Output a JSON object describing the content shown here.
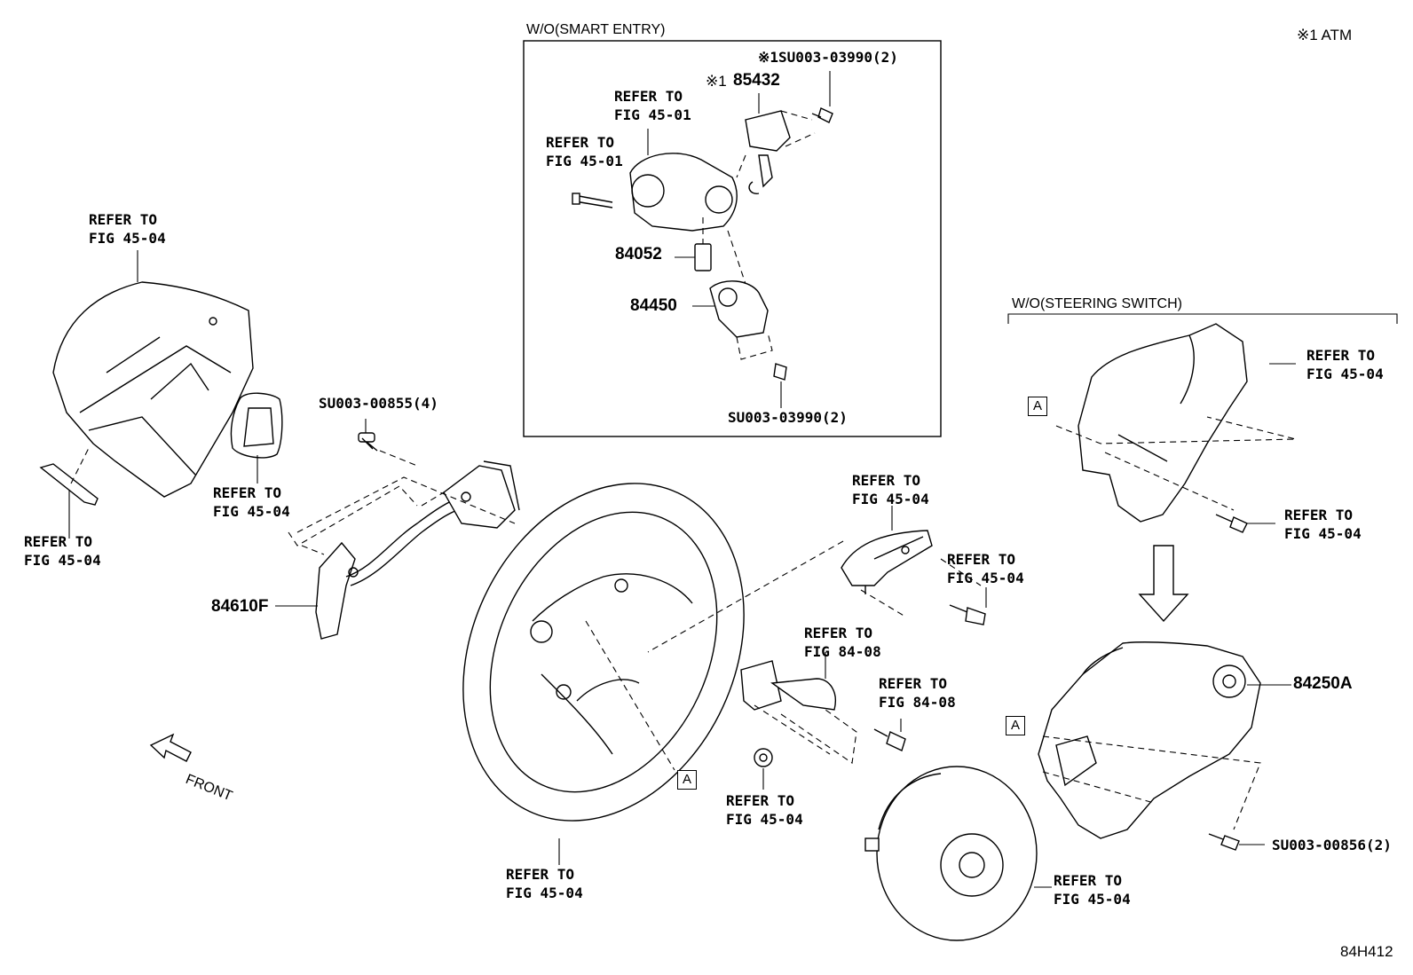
{
  "header": {
    "note": "※1 ATM",
    "figure_code": "84H412"
  },
  "smart_entry": {
    "title": "W/O(SMART ENTRY)",
    "labels": {
      "refer_top": "REFER TO\nFIG 45-01",
      "refer_left": "REFER TO\nFIG 45-01",
      "note_85432": "※1",
      "part_85432": "85432",
      "screw_top": "※1SU003-03990(2)",
      "part_84052": "84052",
      "part_84450": "84450",
      "screw_bottom": "SU003-03990(2)"
    }
  },
  "steering_switch": {
    "title": "W/O(STEERING SWITCH)",
    "labels": {
      "refer_cover": "REFER TO\nFIG 45-04",
      "refer_screw": "REFER TO\nFIG 45-04",
      "part_84250A": "84250A",
      "screw": "SU003-00856(2)",
      "marker_top": "A",
      "marker_bottom": "A"
    }
  },
  "main": {
    "labels": {
      "refer_column_cover": "REFER TO\nFIG 45-04",
      "refer_pad": "REFER TO\nFIG 45-04",
      "refer_clip": "REFER TO\nFIG 45-04",
      "screw_paddle": "SU003-00855(4)",
      "part_84610F": "84610F",
      "refer_cover_right": "REFER TO\nFIG 45-04",
      "refer_screw_right": "REFER TO\nFIG 45-04",
      "refer_switch": "REFER TO\nFIG 84-08",
      "refer_switch_screw": "REFER TO\nFIG 84-08",
      "refer_nut": "REFER TO\nFIG 45-04",
      "refer_wheel": "REFER TO\nFIG 45-04",
      "refer_airbag": "REFER TO\nFIG 45-04",
      "marker": "A",
      "front": "FRONT"
    }
  }
}
